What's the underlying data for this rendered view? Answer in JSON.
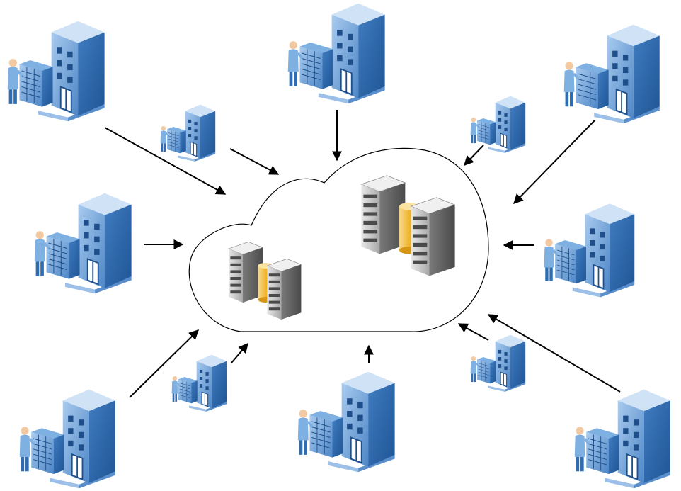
{
  "diagram": {
    "type": "network-topology",
    "center": {
      "shape": "cloud",
      "contents": [
        "server-rack-pair-small",
        "server-rack-pair-large"
      ]
    },
    "nodes": {
      "large": [
        "top",
        "top-left",
        "top-right",
        "middle-left",
        "middle-right",
        "bottom-left",
        "bottom-center",
        "bottom-right"
      ],
      "small": [
        "upper-left",
        "upper-right",
        "lower-left",
        "lower-right"
      ]
    },
    "arrow_direction": "inbound-to-cloud",
    "icons": {
      "node": "data-center-building-icon",
      "server": "server-rack-icon",
      "storage": "storage-cylinder-icon",
      "person": "operator-person-icon"
    },
    "colors": {
      "building_front": "#6aa0d6",
      "building_side": "#2f6db3",
      "building_top": "#b8d4f0",
      "server_body": "#9a9a9a",
      "storage": "#f2c04a",
      "arrow": "#000000",
      "cloud_stroke": "#000000"
    }
  }
}
